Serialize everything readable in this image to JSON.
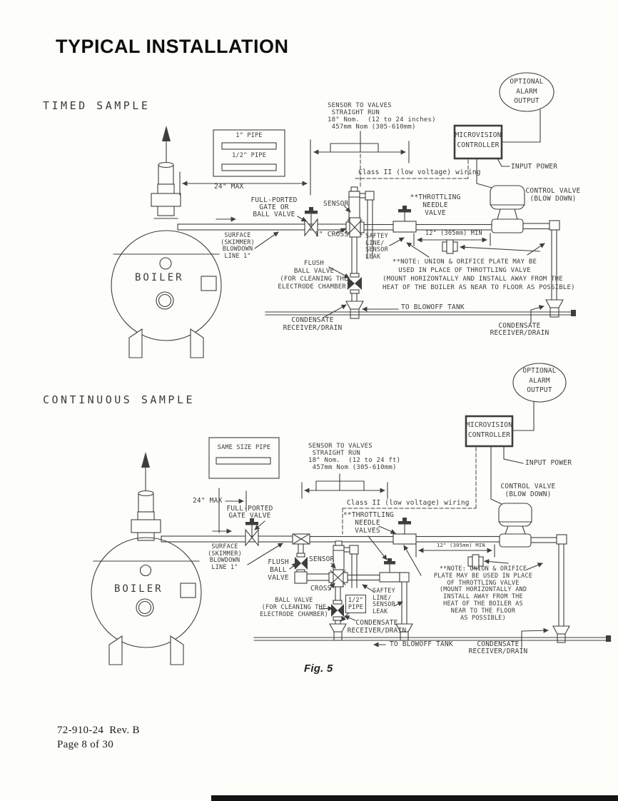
{
  "title": "TYPICAL INSTALLATION",
  "caption": "Fig. 5",
  "footer": {
    "doc_number": "72-910-24  Rev. B",
    "page_info": "Page 8 of 30"
  },
  "timed": {
    "section_label": "TIMED SAMPLE",
    "legend": {
      "pipe1": "1\" PIPE",
      "pipe2": "1/2\" PIPE"
    },
    "labels": {
      "sensor_to_valves": "SENSOR TO VALVES\n STRAIGHT RUN\n18\" Nom.  (12 to 24 inches)\n 457mm Nom (305-610mm)",
      "class2": "Class II (low voltage) wiring",
      "alarm": "OPTIONAL\nALARM\nOUTPUT",
      "controller": "MICROVISION\nCONTROLLER",
      "input_power": "INPUT POWER",
      "control_valve": "CONTROL VALVE\n(BLOW DOWN)",
      "max24": "24\" MAX",
      "full_ported": "FULL-PORTED\nGATE OR\nBALL VALVE",
      "sensor": "SENSOR",
      "throttling": "**THROTTLING\nNEEDLE\nVALVE",
      "surface": "SURFACE\n(SKIMMER)\nBLOWDOWN\nLINE 1\"",
      "cross": "1\" CROSS",
      "saftey": "SAFTEY\nLINE/\nSENSOR\nLEAK",
      "min12": "12\" (305mm) MIN",
      "flush": "FLUSH\nBALL VALVE\n(FOR CLEANING THE\nELECTRODE CHAMBER)",
      "note": "**NOTE: UNION & ORIFICE PLATE MAY BE\nUSED IN PLACE OF THROTTLING VALVE\n(MOUNT HORIZONTALLY AND INSTALL AWAY FROM THE\nHEAT OF THE BOILER AS NEAR TO FLOOR AS POSSIBLE)",
      "to_blowoff": "TO BLOWOFF TANK",
      "condensate_left": "CONDENSATE\nRECEIVER/DRAIN",
      "condensate_right": "CONDENSATE\nRECEIVER/DRAIN",
      "boiler": "BOILER"
    }
  },
  "continuous": {
    "section_label": "CONTINUOUS SAMPLE",
    "legend": {
      "pipe": "SAME SIZE PIPE"
    },
    "labels": {
      "sensor_to_valves": "SENSOR TO VALVES\n STRAIGHT RUN\n18\" Nom.  (12 to 24 ft)\n 457mm Nom (305-610mm)",
      "class2": "Class II (low voltage) wiring",
      "alarm": "OPTIONAL\nALARM\nOUTPUT",
      "controller": "MICROVISION\nCONTROLLER",
      "input_power": "INPUT POWER",
      "control_valve": "CONTROL VALVE\n(BLOW DOWN)",
      "max24": "24\" MAX",
      "full_ported": "FULL-PORTED\nGATE VALVE",
      "throttling": "**THROTTLING\nNEEDLE\nVALVES",
      "min12": "12\" (305mm) MIN",
      "surface": "SURFACE\n(SKIMMER)\nBLOWDOWN\nLINE 1\"",
      "flush": "FLUSH\nBALL\nVALVE",
      "sensor": "SENSOR",
      "cross": "CROSS",
      "ball_valve": "BALL VALVE\n(FOR CLEANING THE\nELECTRODE CHAMBER)",
      "half_pipe": "1/2\"\nPIPE",
      "saftey": "SAFTEY\nLINE/\nSENSOR\nLEAK",
      "note": "**NOTE: UNION & ORIFICE\nPLATE MAY BE USED IN PLACE\nOF THROTTLING VALVE\n(MOUNT HORIZONTALLY AND\nINSTALL AWAY FROM THE\nHEAT OF THE BOILER AS\nNEAR TO THE FLOOR\nAS POSSIBLE)",
      "condensate_mid": "CONDENSATE\nRECEIVER/DRAIN",
      "to_blowoff": "TO BLOWOFF TANK",
      "condensate_right": "CONDENSATE\nRECEIVER/DRAIN",
      "boiler": "BOILER"
    }
  }
}
